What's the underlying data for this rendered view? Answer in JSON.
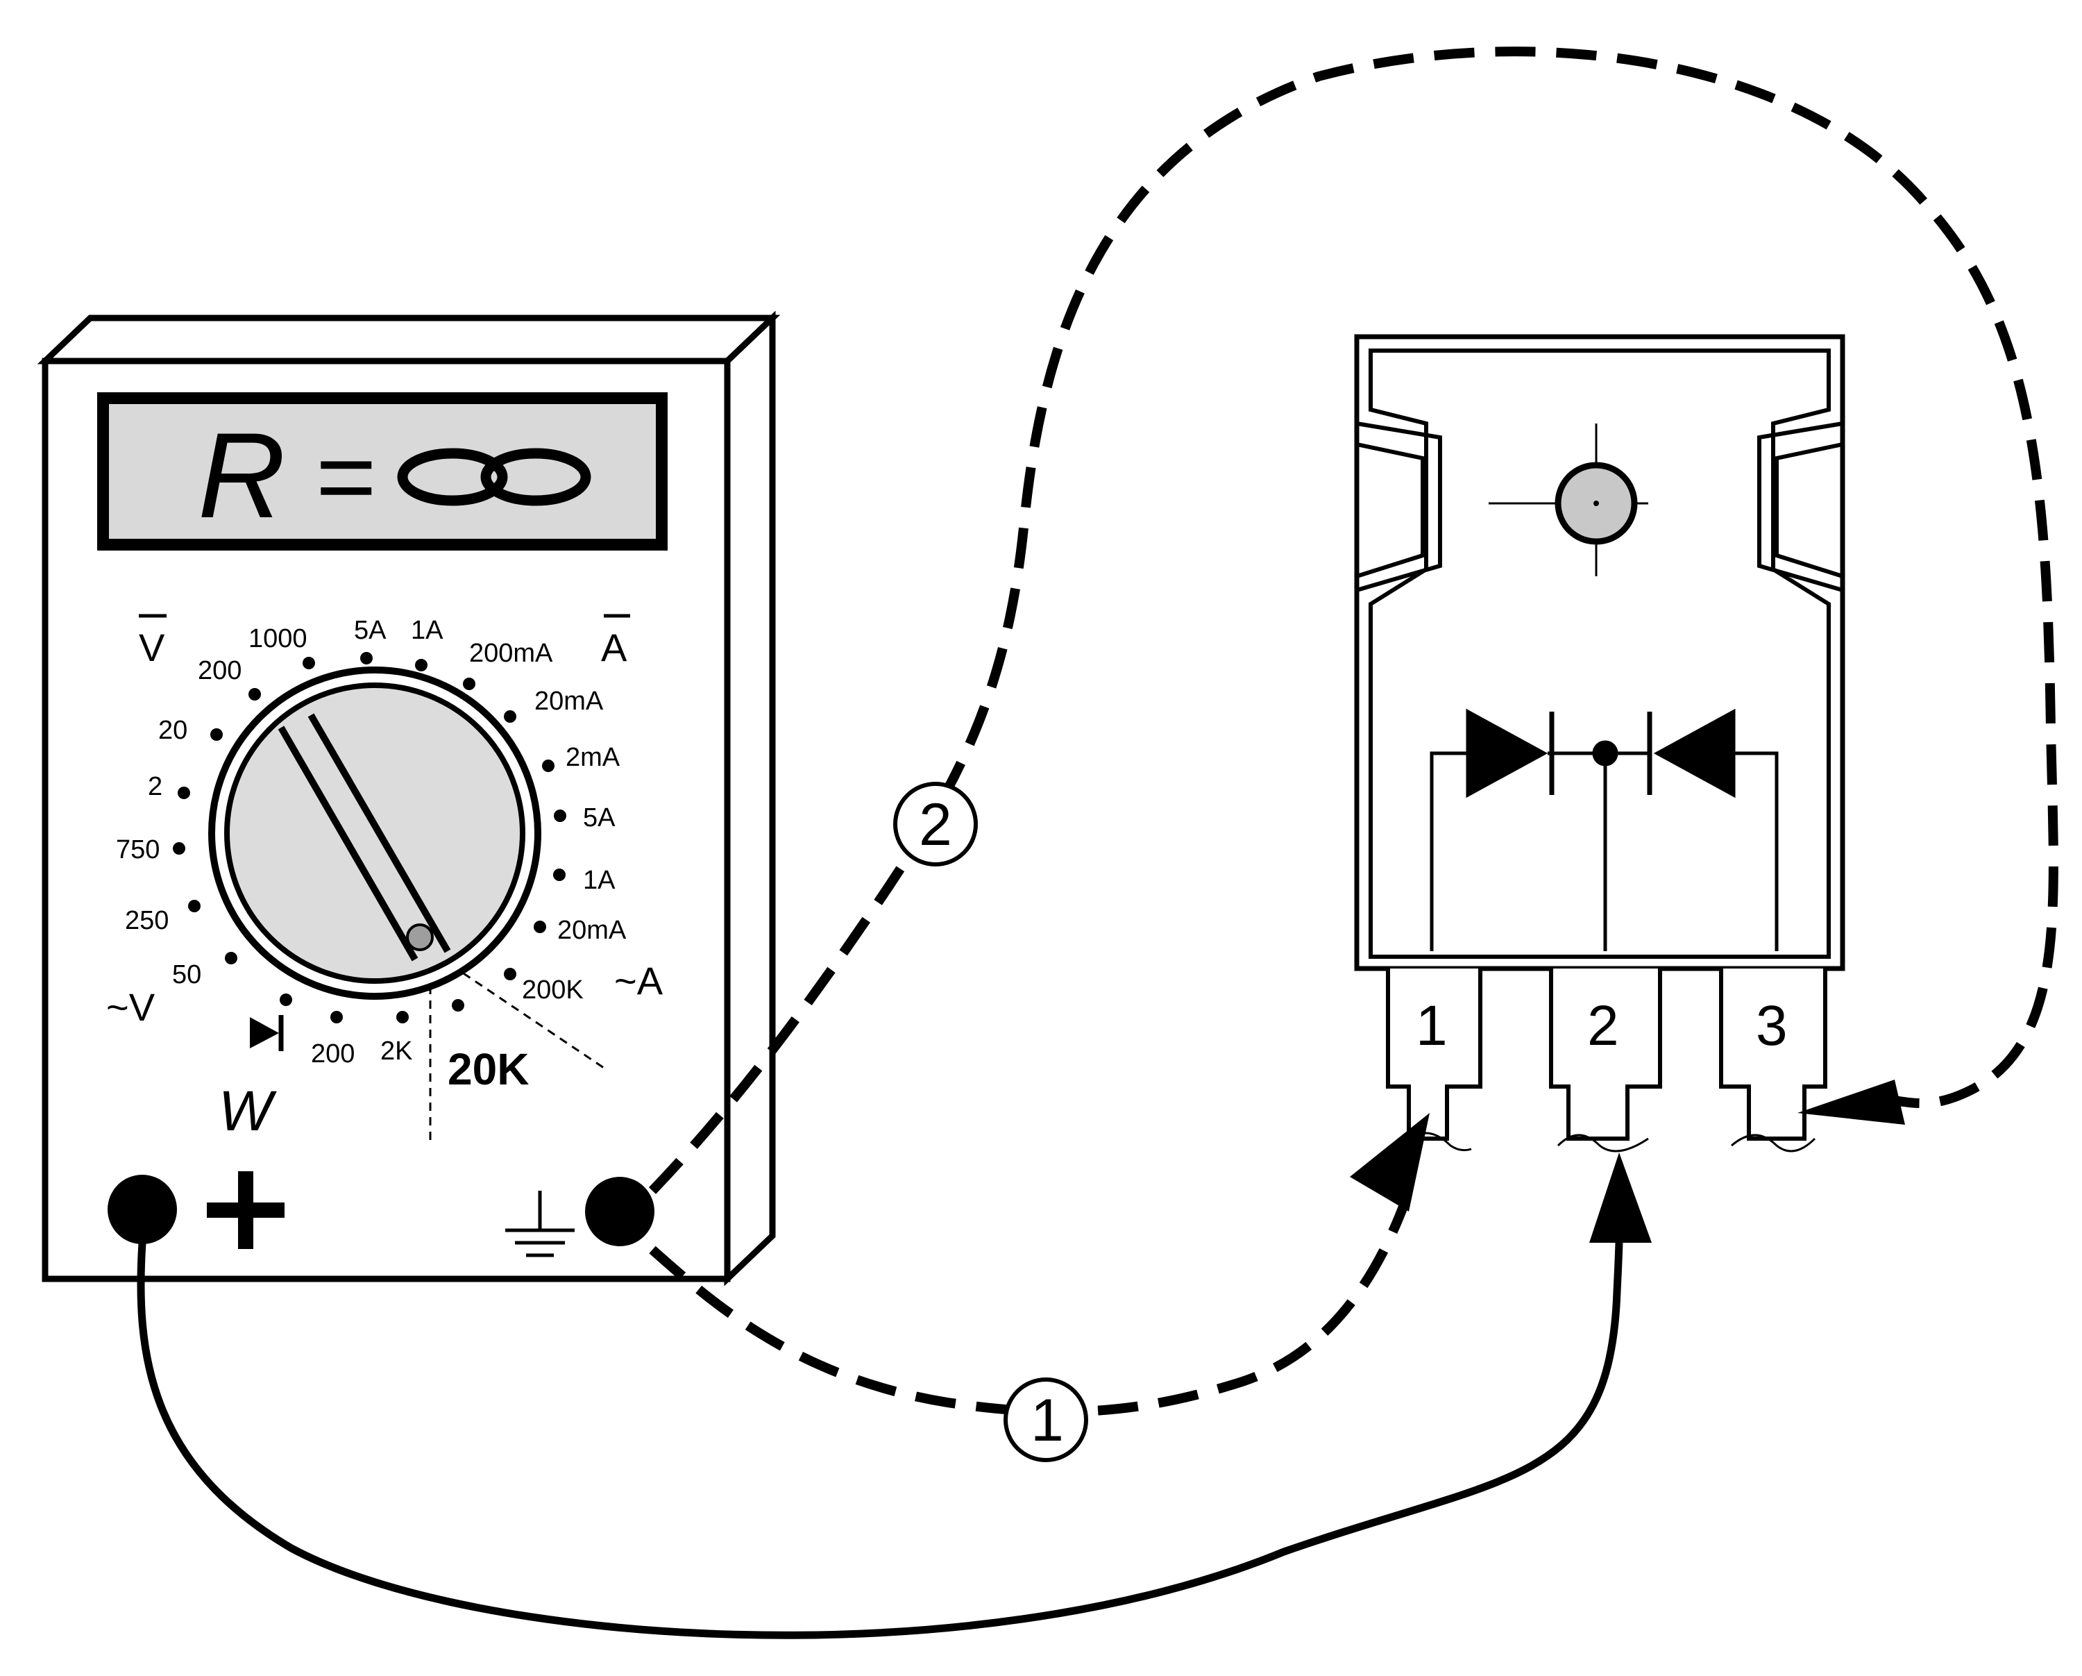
{
  "display": {
    "symbol": "R",
    "equals": "=",
    "value_description": "infinity-symbol"
  },
  "dial": {
    "dc_voltage_mark": "V",
    "dc_current_mark": "A",
    "ac_voltage_mark": "~V",
    "ac_current_mark": "~A",
    "ohm_mark": "W",
    "selected_range": "20K",
    "labels": {
      "v1000": "1000",
      "v200": "200",
      "v20": "20",
      "v2": "2",
      "ac750": "750",
      "ac250": "250",
      "ac50": "50",
      "a5": "5A",
      "a1": "1A",
      "a200m": "200mA",
      "a20m": "20mA",
      "a2m": "2mA",
      "ac5a": "5A",
      "ac1a": "1A",
      "ac20ma": "20mA",
      "r200k": "200K",
      "r200": "200",
      "r2k": "2K"
    }
  },
  "terminals": {
    "positive": "+",
    "ground": "ground-symbol"
  },
  "probe_markers": {
    "first": "1",
    "second": "2"
  },
  "component": {
    "pins": [
      "1",
      "2",
      "3"
    ],
    "icon": "dual-diode-symbol"
  }
}
